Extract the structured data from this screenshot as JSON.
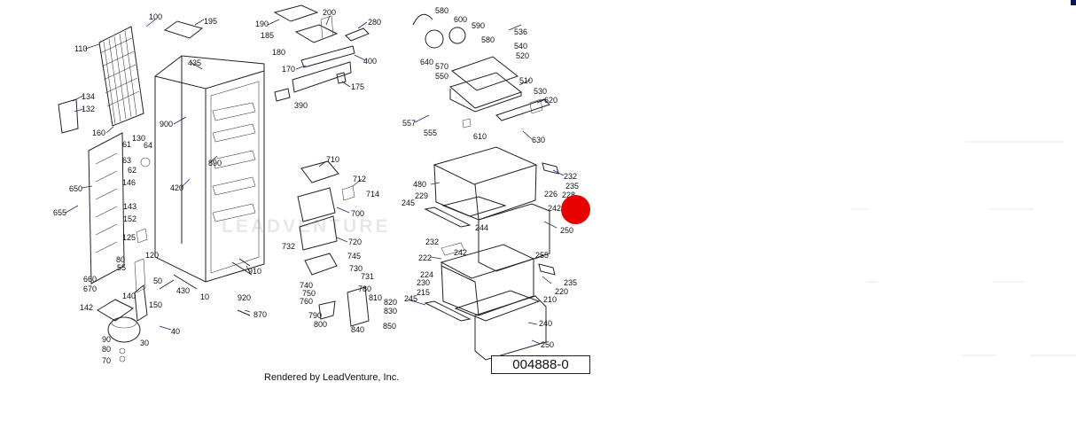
{
  "diagram": {
    "credit": "Rendered by LeadVenture, Inc.",
    "doc_id": "004888-0",
    "watermark": "LEADVENTURE",
    "hotspot_color": "#e60000",
    "leader_color": "#1d2a6e",
    "labels": [
      "100",
      "195",
      "110",
      "190",
      "185",
      "200",
      "280",
      "180",
      "435",
      "400",
      "170",
      "175",
      "390",
      "134",
      "132",
      "160",
      "130",
      "61",
      "64",
      "63",
      "62",
      "900",
      "890",
      "420",
      "650",
      "146",
      "655",
      "143",
      "152",
      "125",
      "120",
      "80",
      "55",
      "660",
      "670",
      "50",
      "142",
      "140",
      "150",
      "430",
      "10",
      "910",
      "920",
      "870",
      "40",
      "90",
      "80",
      "70",
      "30",
      "710",
      "712",
      "714",
      "700",
      "720",
      "732",
      "745",
      "730",
      "731",
      "740",
      "750",
      "760",
      "780",
      "810",
      "820",
      "830",
      "790",
      "800",
      "840",
      "850",
      "580",
      "600",
      "590",
      "580",
      "536",
      "540",
      "520",
      "640",
      "570",
      "550",
      "510",
      "530",
      "620",
      "557",
      "555",
      "610",
      "630",
      "232",
      "235",
      "480",
      "229",
      "226",
      "228",
      "242",
      "245",
      "250",
      "244",
      "232",
      "242",
      "222",
      "255",
      "224",
      "230",
      "215",
      "235",
      "220",
      "210",
      "245",
      "240",
      "250"
    ]
  }
}
